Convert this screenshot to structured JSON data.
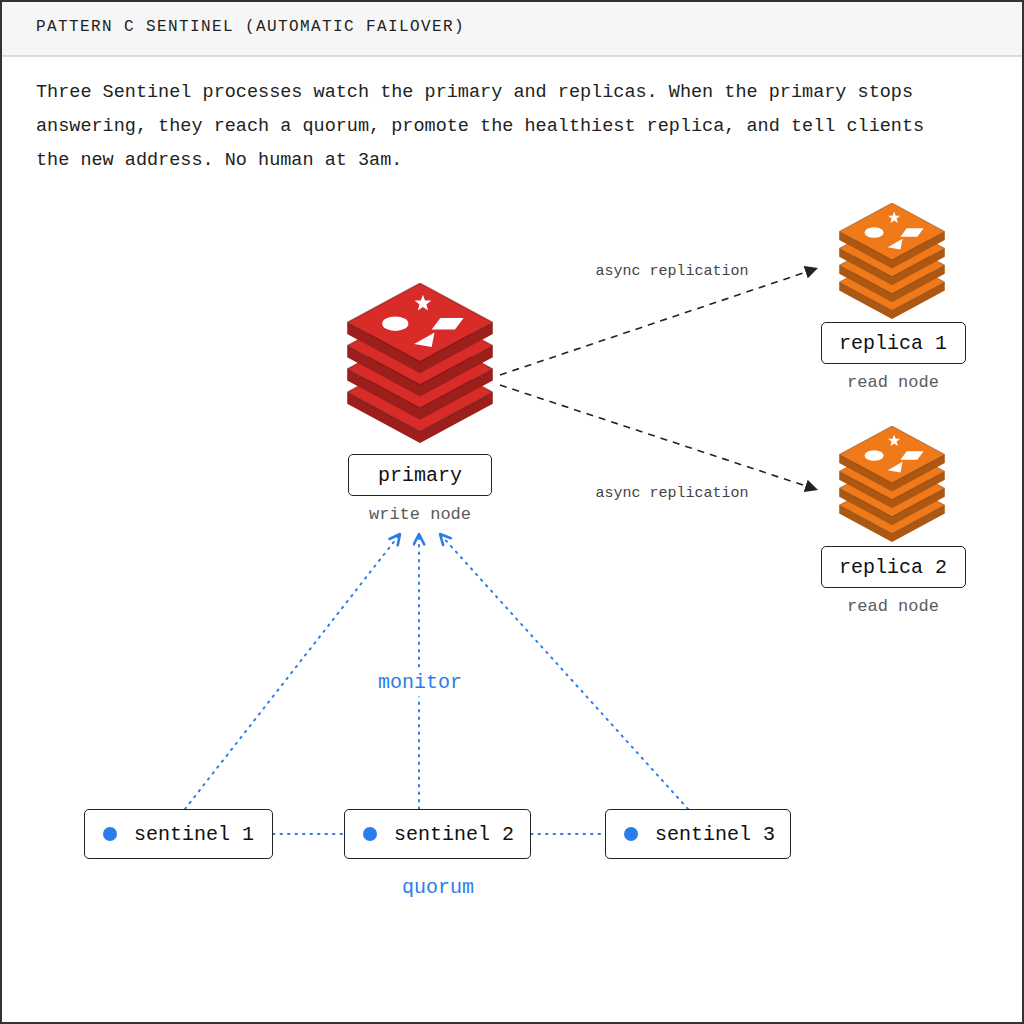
{
  "diagram": {
    "title": "PATTERN C SENTINEL (AUTOMATIC FAILOVER)",
    "caption": "Three Sentinel processes watch the primary and replicas. When the primary stops answering, they reach a quorum, promote the healthiest replica, and tell clients the new address. No human at 3am.",
    "nodes": [
      {
        "text": [
          "primary",
          "write node"
        ]
      },
      {
        "text": [
          "replica 1",
          "read node"
        ]
      },
      {
        "text": [
          "replica 2",
          "read node"
        ]
      },
      {
        "text": [
          "sentinel 1"
        ]
      },
      {
        "text": [
          "sentinel 2"
        ]
      },
      {
        "text": [
          "sentinel 3"
        ]
      }
    ],
    "edges": [
      {
        "from": 0,
        "to": 1,
        "arrow": "to",
        "label": "async replication"
      },
      {
        "from": 0,
        "to": 2,
        "arrow": "to",
        "label": "async replication"
      },
      {
        "from": 3,
        "to": 0,
        "arrow": "to"
      },
      {
        "from": 4,
        "to": 0,
        "arrow": "to",
        "label": "monitor"
      },
      {
        "from": 5,
        "to": 0,
        "arrow": "to"
      },
      {
        "from": 3,
        "to": 4,
        "arrow": "none"
      },
      {
        "from": 4,
        "to": 5,
        "arrow": "none"
      }
    ],
    "labels": [
      "quorum"
    ]
  }
}
